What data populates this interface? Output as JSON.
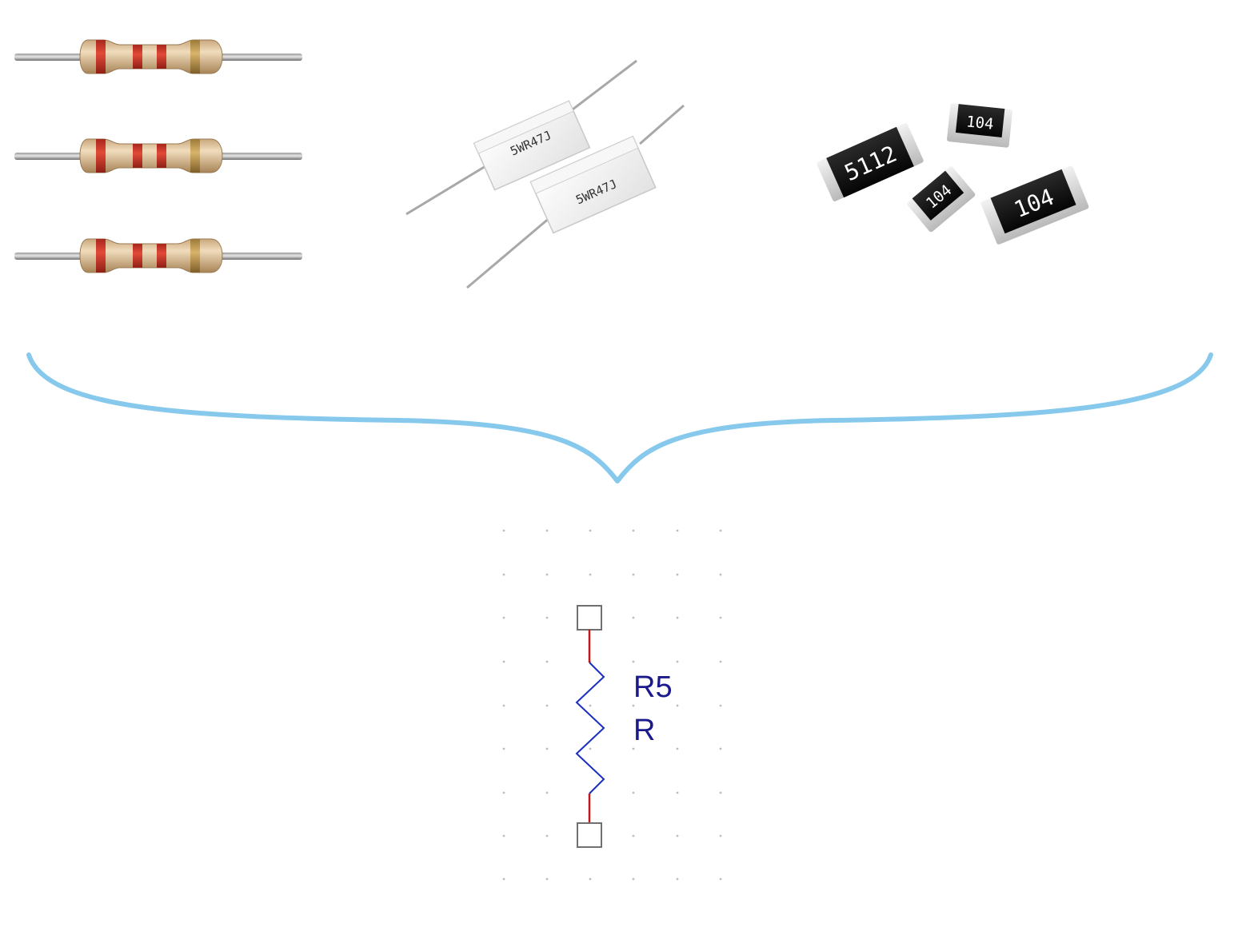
{
  "photos": {
    "axial_resistors": {
      "count": 3,
      "body_color": "#dcc09a",
      "band_colors": [
        "#c8362a",
        "#c8362a",
        "#c8362a",
        "#b9904a"
      ]
    },
    "cement_resistors": {
      "markings": [
        "5WR47J",
        "5WR47J"
      ]
    },
    "smd_resistors": {
      "markings": [
        "5112",
        "104",
        "104",
        "104"
      ]
    }
  },
  "brace": {
    "color": "#86c9ec"
  },
  "schematic": {
    "designator": "R5",
    "value": "R",
    "label_color": "#1a1a8c",
    "zigzag_color": "#1a2ec0",
    "lead_color": "#c01818",
    "pin_color": "#707070",
    "grid_dot_color": "#bdbdbd"
  }
}
